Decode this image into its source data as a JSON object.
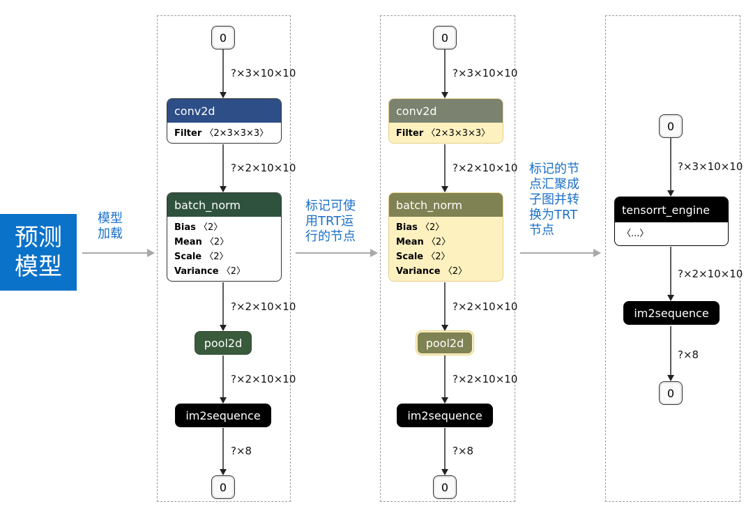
{
  "intro": {
    "box_lines": [
      "预测",
      "模型"
    ],
    "load_label_lines": [
      "模型",
      "加载"
    ]
  },
  "steps": [
    {
      "label_lines": [
        "标记可使",
        "用TRT运",
        "行的节点"
      ]
    },
    {
      "label_lines": [
        "标记的节",
        "点汇聚成",
        "子图并转",
        "换为TRT",
        "节点"
      ]
    }
  ],
  "panel1": {
    "input": "0",
    "edge_input": "?×3×10×10",
    "conv": {
      "title": "conv2d",
      "attrs": [
        {
          "name": "Filter",
          "value": "〈2×3×3×3〉"
        }
      ]
    },
    "edge_conv": "?×2×10×10",
    "bn": {
      "title": "batch_norm",
      "attrs": [
        {
          "name": "Bias",
          "value": "〈2〉"
        },
        {
          "name": "Mean",
          "value": "〈2〉"
        },
        {
          "name": "Scale",
          "value": "〈2〉"
        },
        {
          "name": "Variance",
          "value": "〈2〉"
        }
      ]
    },
    "edge_bn": "?×2×10×10",
    "pool": "pool2d",
    "edge_pool": "?×2×10×10",
    "im2seq": "im2sequence",
    "edge_im2seq": "?×8",
    "output": "0"
  },
  "panel2": {
    "input": "0",
    "edge_input": "?×3×10×10",
    "conv": {
      "title": "conv2d",
      "attrs": [
        {
          "name": "Filter",
          "value": "〈2×3×3×3〉"
        }
      ]
    },
    "edge_conv": "?×2×10×10",
    "bn": {
      "title": "batch_norm",
      "attrs": [
        {
          "name": "Bias",
          "value": "〈2〉"
        },
        {
          "name": "Mean",
          "value": "〈2〉"
        },
        {
          "name": "Scale",
          "value": "〈2〉"
        },
        {
          "name": "Variance",
          "value": "〈2〉"
        }
      ]
    },
    "edge_bn": "?×2×10×10",
    "pool": "pool2d",
    "edge_pool": "?×2×10×10",
    "im2seq": "im2sequence",
    "edge_im2seq": "?×8",
    "output": "0"
  },
  "panel3": {
    "input": "0",
    "edge_input": "?×3×10×10",
    "trt": {
      "title": "tensorrt_engine",
      "body": "〈...〉"
    },
    "edge_trt": "?×2×10×10",
    "im2seq": "im2sequence",
    "edge_im2seq": "?×8",
    "output": "0"
  },
  "colors": {
    "conv_blue": "#2d4e86",
    "bn_green": "#2f523e",
    "pool_green": "#3a5a3c",
    "conv_marked": "#7c8270",
    "bn_marked": "#7f8253",
    "pool_marked": "#7f8253",
    "marked_body": "#fdf1c0",
    "marked_border": "#e6cf8a",
    "black_node": "#000000",
    "accent_blue": "#0b72c9"
  }
}
